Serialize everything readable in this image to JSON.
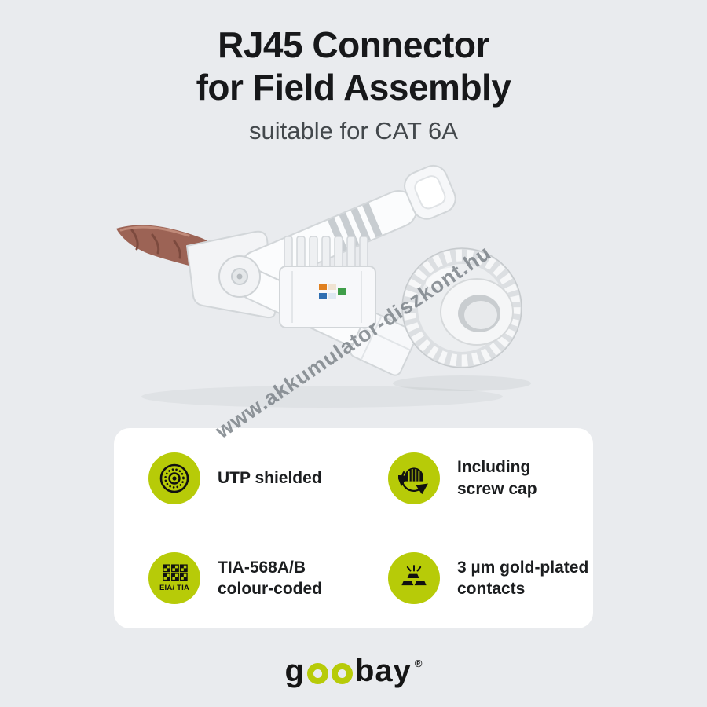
{
  "colors": {
    "background": "#e9ebee",
    "card": "#ffffff",
    "accent_green": "#b7cb08",
    "title": "#17181a",
    "subtitle": "#43484c",
    "watermark": "#7d848a"
  },
  "header": {
    "title_line1": "RJ45 Connector",
    "title_line2": "for Field Assembly",
    "subtitle": "suitable for CAT 6A"
  },
  "watermark": {
    "text": "www.akkumulator-diszkont.hu"
  },
  "features": [
    {
      "id": "utp-shielded",
      "line1": "UTP shielded",
      "line2": ""
    },
    {
      "id": "screw-cap",
      "line1": "Including",
      "line2": "screw cap"
    },
    {
      "id": "colour-coded",
      "line1": "TIA-568A/B",
      "line2": "colour-coded",
      "icon_caption": "EIA/ TIA"
    },
    {
      "id": "gold-contacts",
      "line1": "3 µm gold-plated",
      "line2": "contacts"
    }
  ],
  "brand": {
    "letter_g": "g",
    "letters_bay": "bay",
    "registered": "®"
  }
}
